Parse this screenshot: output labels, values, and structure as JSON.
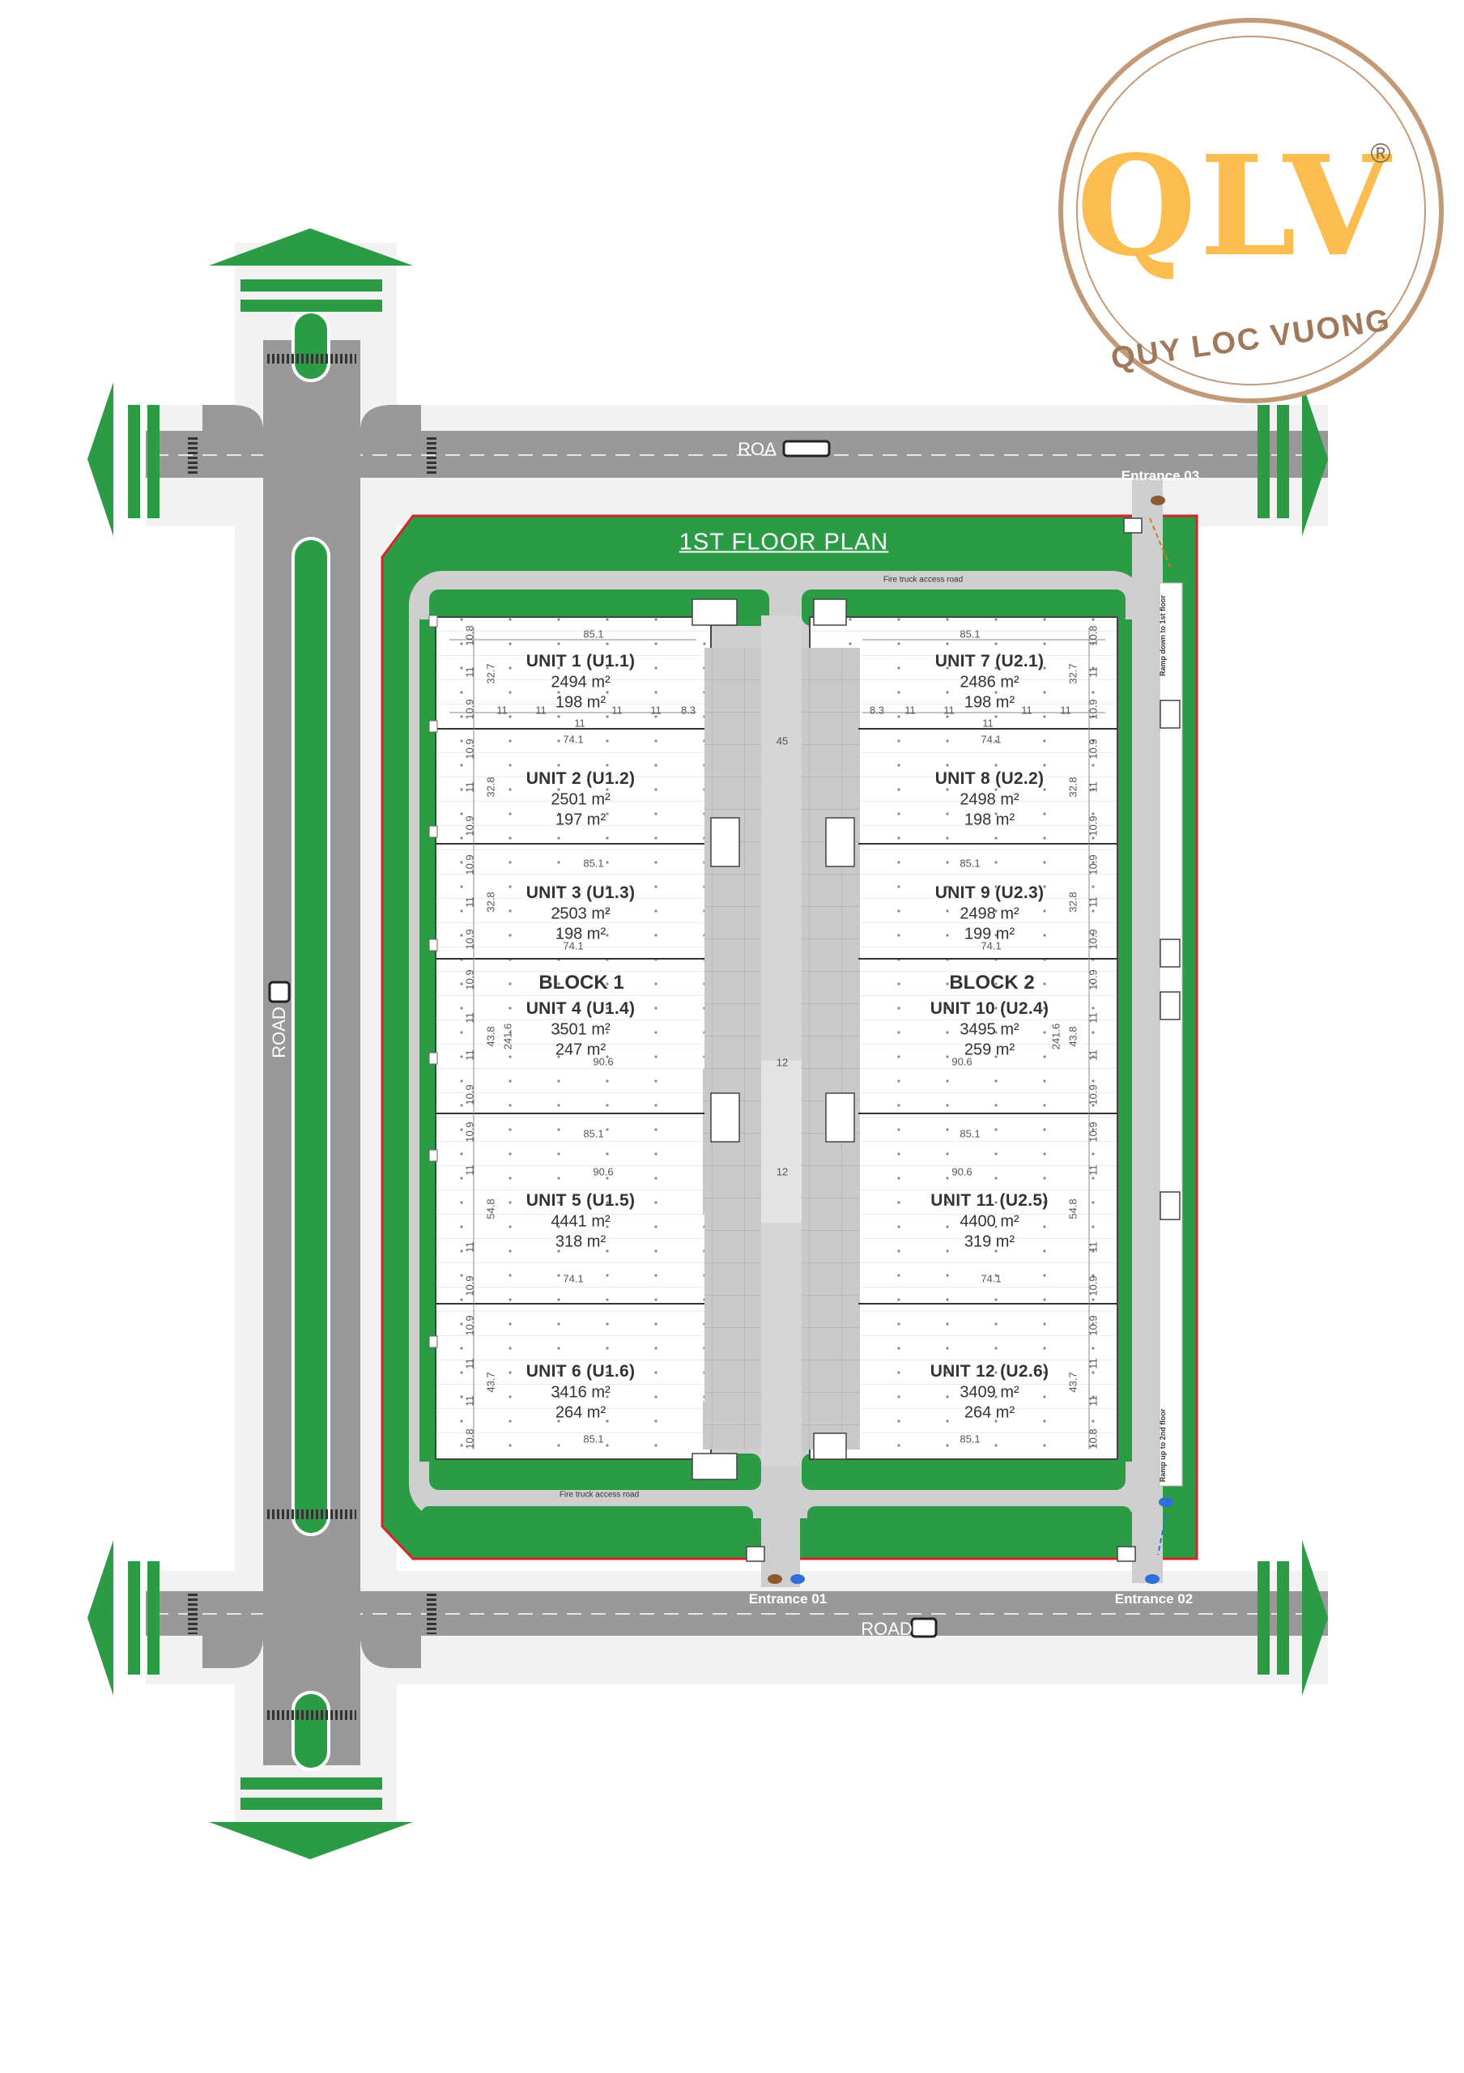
{
  "logo": {
    "brand_letters": "QLV",
    "registered_mark": "®",
    "company_name": "QUY LOC VUONG",
    "colors": {
      "ring": "#c39a78",
      "letters": "#fbbd4f",
      "text": "#a0785a"
    }
  },
  "plan_title": "1ST FLOOR PLAN",
  "roads": {
    "top_label": "ROA",
    "bottom_label": "ROAD",
    "left_label": "ROAD"
  },
  "fire_truck_access_label": "Fire truck access road",
  "ramps": {
    "down": "Ramp down to 1st floor",
    "up": "Ramp up to 2nd floor"
  },
  "entrances": {
    "e01": "Entrance 01",
    "e02": "Entrance 02",
    "e03": "Entrance 03"
  },
  "blocks": {
    "b1": "BLOCK 1",
    "b2": "BLOCK 2"
  },
  "units": [
    {
      "name": "UNIT 1 (U1.1)",
      "area": "2494 m²",
      "office": "198 m²"
    },
    {
      "name": "UNIT 2 (U1.2)",
      "area": "2501 m²",
      "office": "197 m²"
    },
    {
      "name": "UNIT 3 (U1.3)",
      "area": "2503 m²",
      "office": "198 m²"
    },
    {
      "name": "UNIT 4 (U1.4)",
      "area": "3501 m²",
      "office": "247 m²"
    },
    {
      "name": "UNIT 5 (U1.5)",
      "area": "4441 m²",
      "office": "318 m²"
    },
    {
      "name": "UNIT 6 (U1.6)",
      "area": "3416 m²",
      "office": "264 m²"
    },
    {
      "name": "UNIT 7 (U2.1)",
      "area": "2486 m²",
      "office": "198 m²"
    },
    {
      "name": "UNIT 8 (U2.2)",
      "area": "2498 m²",
      "office": "198 m²"
    },
    {
      "name": "UNIT 9 (U2.3)",
      "area": "2498 m²",
      "office": "199 m²"
    },
    {
      "name": "UNIT 10 (U2.4)",
      "area": "3495 m²",
      "office": "259 m²"
    },
    {
      "name": "UNIT 11 (U2.5)",
      "area": "4400 m²",
      "office": "319 m²"
    },
    {
      "name": "UNIT 12 (U2.6)",
      "area": "3409 m²",
      "office": "264 m²"
    }
  ],
  "dims": {
    "w_851": "85.1",
    "w_741": "74.1",
    "w_906": "90.6",
    "h_108": "10.8",
    "h_11": "11",
    "h_109": "10.9",
    "h_327": "32.7",
    "h_328": "32.8",
    "h_438": "43.8",
    "h_548": "54.8",
    "h_437": "43.7",
    "total_2416": "241.6",
    "c_45": "45",
    "c_12": "12",
    "c_83": "8.3"
  },
  "colors": {
    "road": "#999999",
    "green": "#2b9b45",
    "accent": "#d8232a",
    "building": "#f4f4f4"
  }
}
